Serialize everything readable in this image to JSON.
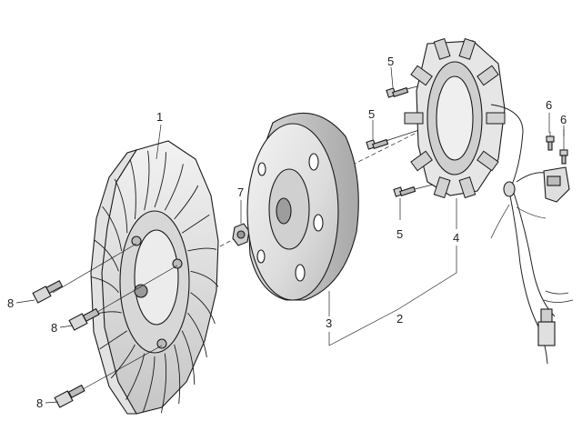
{
  "callouts": {
    "fan": "1",
    "magneto_assembly": "2",
    "flywheel": "3",
    "stator": "4",
    "stator_screw_top": "5",
    "stator_screw_middle": "5",
    "stator_screw_bottom": "5",
    "pickup_screw_a": "6",
    "pickup_screw_b": "6",
    "flywheel_nut": "7",
    "fan_bolt_top": "8",
    "fan_bolt_middle": "8",
    "fan_bolt_bottom": "8"
  }
}
